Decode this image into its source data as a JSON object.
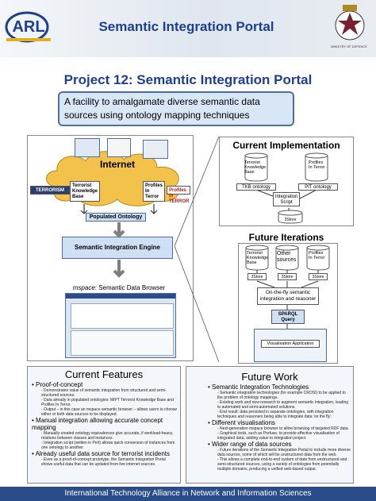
{
  "header": {
    "title": "Semantic Integration Portal",
    "right_logo_caption": "MINISTRY OF DEFENCE"
  },
  "project_title": "Project 12: Semantic Integration Portal",
  "tagline": "A facility to amalgamate diverse semantic data sources using ontology mapping techniques",
  "left_diagram": {
    "internet_label": "Internet",
    "terrorism_logo": "TERRORISM",
    "tkb_label": "Terrorist Knowledge Base",
    "pit_label": "Profiles In Terror",
    "pit_logo": "Profiles in TERROR",
    "ontology_label": "Populated Ontology",
    "engine_label": "Semantic Integration Engine",
    "browser_label_em": "mspace",
    "browser_label_rest": ": Semantic Data Browser"
  },
  "current_impl": {
    "heading": "Current Implementation",
    "tkb_label": "Terrorist Knowledge Base",
    "pit_label": "Profiles In Terror",
    "tkb_ontology": "TKB ontology",
    "pit_ontology": "PIT ontology",
    "script_label": "Integration Script",
    "store_label": "3Store"
  },
  "future_iter": {
    "heading": "Future Iterations",
    "tkb_label": "Terrorist Knowledge Base",
    "other_label": "Other sources",
    "pit_label": "Profiles In Terror",
    "store1": "3Store",
    "store2": "3Store",
    "store3": "3Store",
    "reasoner_label": "On-the-fly semantic integration and reasoner",
    "sparql_label": "SPARQL Query",
    "vis_label": "Visualisation Application"
  },
  "current_features": {
    "heading": "Current Features",
    "items": [
      {
        "title": "Proof-of-concept",
        "subs": [
          "- Demonstrates value of semantic integration from structured and semi-structured sources.",
          "- Data already in populated ontologies: MIPT Terrorist Knowledge Base and Profiles In Terror.",
          "- Output – in this case an mspace semantic browser – allows users to choose either or both data sources to be displayed."
        ]
      },
      {
        "title": "Manual integration allowing accurate concept mapping",
        "subs": [
          "- Manually-created ontology equivalences give accurate, if workload-heavy, relations between classes and instances.",
          "- Integration script (written in Perl) allows quick conversion of instances from one ontology to another."
        ]
      },
      {
        "title": "Already useful data source for terrorist incidents",
        "subs": [
          "- Even as a proof-of-concept prototype, the Semantic Integration Portal shows useful data that can be updated from live internet sources."
        ]
      }
    ]
  },
  "future_work": {
    "heading": "Future Work",
    "items": [
      {
        "title": "Semantic Integration Technologies",
        "subs": [
          "- Semantic integration technologies (for example CROSI) to be applied to the problem of ontology mappings.",
          "- Existing work and new research to augment semantic integration, leading to automated and semi-automated solutions.",
          "- End result: data persisted in separate ontologies, with integration techniques and reasoners being able to integrate data 'on the fly'."
        ]
      },
      {
        "title": "Different visualisations",
        "subs": [
          "- Next-generation mspace browser to allow browsing of targeted RDF data.",
          "- Graphical tools, such as Prefuse, to provide effective visualisation of integrated data, adding value to integration project."
        ]
      },
      {
        "title": "Wider range of data sources",
        "subs": [
          "- Future iterations of the Semantic Integration Portal to include more diverse data sources, some of which will be unstructured data from the web.",
          "- This allows a complete end-to-end system of data from unstructured and semi-structured sources, using a variety of ontologies from potentially multiple domains, producing a unified web-based output."
        ]
      }
    ]
  },
  "footer": "International Technology Alliance in Network and Information Sciences",
  "colors": {
    "title_blue": "#1c3f94",
    "footer_bg": "#2a4d8a",
    "box_blue": "#cfe0f5"
  }
}
